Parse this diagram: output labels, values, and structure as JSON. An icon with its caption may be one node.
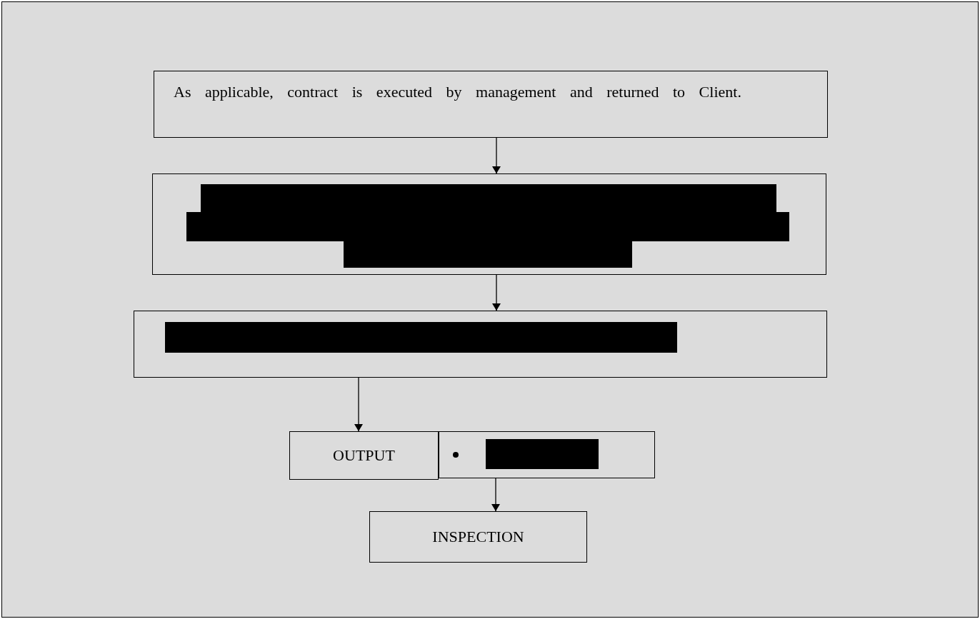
{
  "diagram": {
    "nodes": [
      {
        "text": [
          "As applicable, contract is executed by management and returned to Client."
        ]
      },
      {
        "text": [],
        "shape": "box"
      },
      {
        "text": [],
        "shape": "box"
      },
      {
        "text": [
          "OUTPUT"
        ]
      },
      {
        "text": [],
        "shape": "box"
      },
      {
        "text": [
          "INSPECTION"
        ]
      }
    ],
    "edges": [
      {
        "from": 0,
        "to": 1,
        "arrow": "to"
      },
      {
        "from": 1,
        "to": 2,
        "arrow": "to"
      },
      {
        "from": 2,
        "to": 3,
        "arrow": "to"
      },
      {
        "from": 4,
        "to": 5,
        "arrow": "to"
      }
    ]
  }
}
